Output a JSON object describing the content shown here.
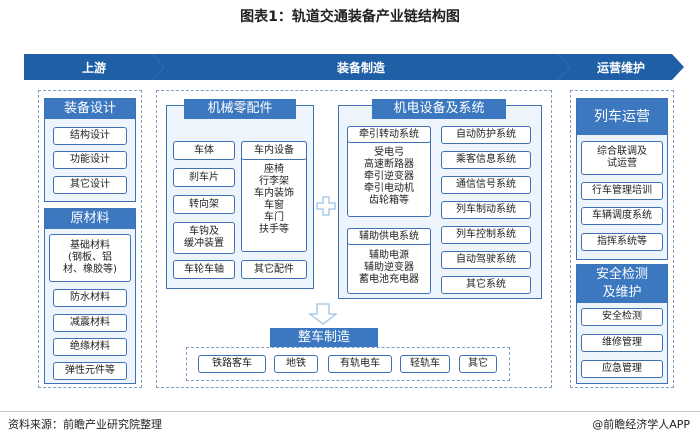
{
  "title": "图表1：轨道交通装备产业链结构图",
  "banners": {
    "upstream": "上游",
    "manufacturing": "装备制造",
    "operation": "运营维护"
  },
  "upstream": {
    "design": {
      "title": "装备设计",
      "items": [
        "结构设计",
        "功能设计",
        "其它设计"
      ]
    },
    "materials": {
      "title": "原材料",
      "items": [
        "基础材料\n(钢板、铝\n材、橡胶等)",
        "防水材料",
        "减震材料",
        "绝缘材料",
        "弹性元件等"
      ]
    }
  },
  "mechanical": {
    "title": "机械零配件",
    "left_items": [
      "车体",
      "刹车片",
      "转向架",
      "车钩及\n缓冲装置",
      "车轮车轴"
    ],
    "interior": {
      "title": "车内设备",
      "items": "座椅\n行李架\n车内装饰\n车窗\n车门\n扶手等"
    },
    "other": "其它配件"
  },
  "electrical": {
    "title": "机电设备及系统",
    "traction": {
      "title": "牵引转动系统",
      "items": "受电弓\n高速断路器\n牵引逆变器\n牵引电动机\n齿轮箱等"
    },
    "aux": {
      "title": "辅助供电系统",
      "items": "辅助电源\n辅助逆变器\n蓄电池充电器"
    },
    "right_items": [
      "自动防护系统",
      "乘客信息系统",
      "通信信号系统",
      "列车制动系统",
      "列车控制系统",
      "自动驾驶系统",
      "其它系统"
    ]
  },
  "vehicle": {
    "title": "整车制造",
    "items": [
      "铁路客车",
      "地铁",
      "有轨电车",
      "轻轨车",
      "其它"
    ]
  },
  "operation": {
    "train": {
      "title": "列车运营",
      "items": [
        "综合联调及\n试运营",
        "行车管理培训",
        "车辆调度系统",
        "指挥系统等"
      ]
    },
    "safety": {
      "title": "安全检测\n及维护",
      "items": [
        "安全检测",
        "维修管理",
        "应急管理"
      ]
    }
  },
  "source": "资料来源：前瞻产业研究院整理",
  "credit": "@前瞻经济学人APP",
  "colors": {
    "banner": "#1f5fa6",
    "header": "#3b78c0",
    "border": "#3f72b4",
    "connector": "#9ec3e6"
  }
}
